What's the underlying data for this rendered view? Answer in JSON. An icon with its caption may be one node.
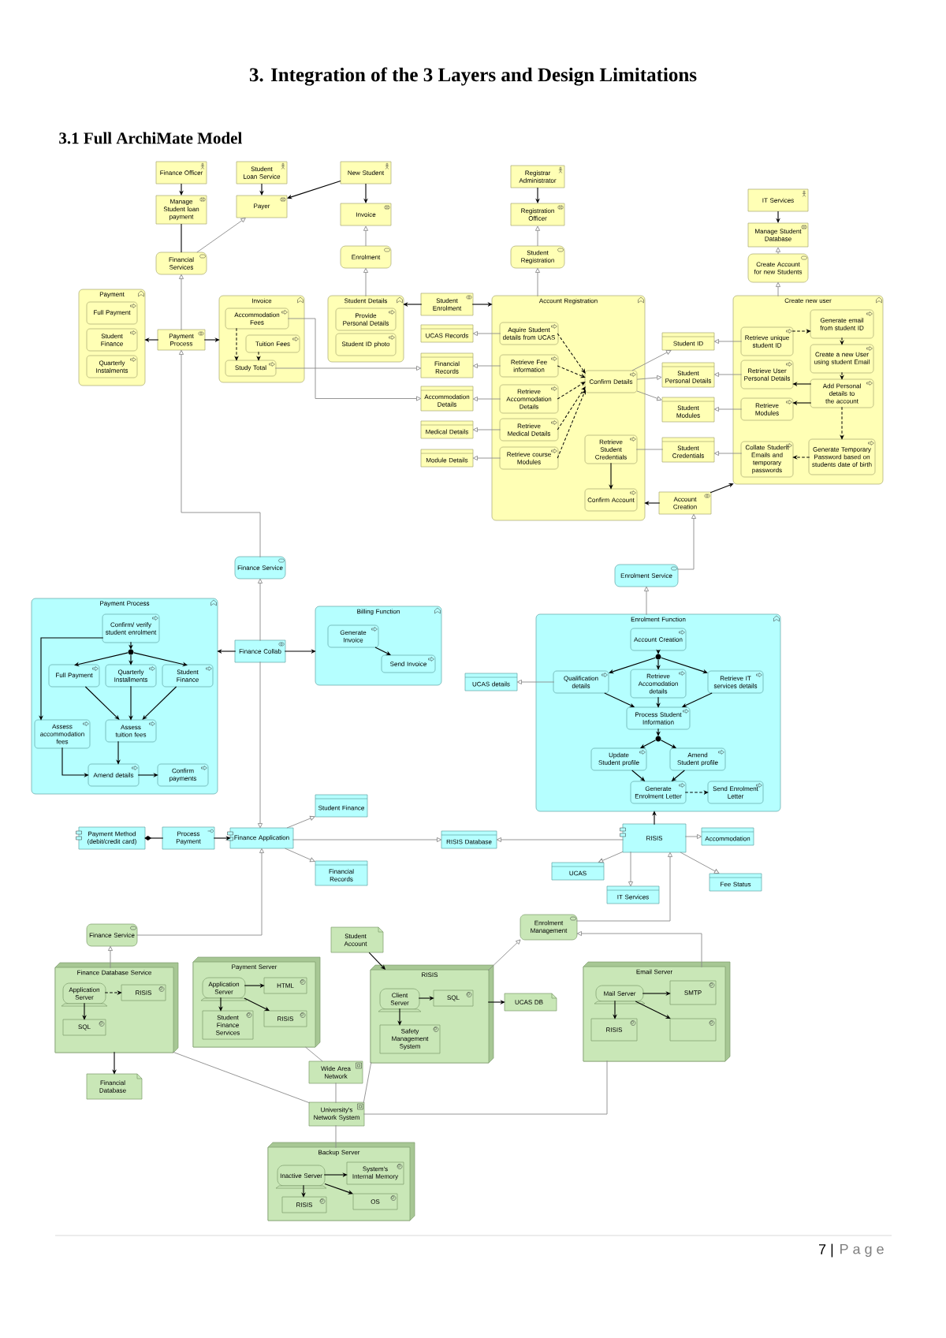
{
  "diagram": {
    "title": "3. Integration of the 3 Layers and Design Limitations",
    "nodes": [
      {
        "text": [
          "Finance Officer"
        ]
      },
      {
        "text": [
          "Student Loan Service"
        ]
      },
      {
        "text": [
          "New Student"
        ]
      },
      {
        "text": [
          "Registrar Administrator"
        ]
      },
      {
        "text": [
          "Manage Student loan payment"
        ]
      },
      {
        "text": [
          "Payer"
        ]
      },
      {
        "text": [
          "Invoice"
        ]
      },
      {
        "text": [
          "Registration Officer"
        ]
      },
      {
        "text": [
          "IT Services"
        ]
      },
      {
        "text": [
          "Manage Student Database"
        ]
      },
      {
        "text": [
          "Financial Services"
        ]
      },
      {
        "text": [
          "Enrolment"
        ]
      },
      {
        "text": [
          "Student Registration"
        ]
      },
      {
        "text": [
          "Create Account for new Students"
        ]
      },
      {
        "text": [
          "Payment"
        ]
      },
      {
        "text": [
          "Full Payment"
        ],
        "in": 14
      },
      {
        "text": [
          "Student Finance"
        ],
        "in": 14
      },
      {
        "text": [
          "Quarterly Instalments"
        ],
        "in": 14
      },
      {
        "text": [
          "Payment Process"
        ]
      },
      {
        "text": [
          "Invoice"
        ]
      },
      {
        "text": [
          "Accommodation Fees"
        ],
        "in": 19
      },
      {
        "text": [
          "Tuition Fees"
        ],
        "in": 19
      },
      {
        "text": [
          "Study Total"
        ],
        "in": 19
      },
      {
        "text": [
          "Student Details"
        ]
      },
      {
        "text": [
          "Provide Personal Details"
        ],
        "in": 23
      },
      {
        "text": [
          "Student ID photo"
        ],
        "in": 23
      },
      {
        "text": [
          "Student Enrolment"
        ]
      },
      {
        "text": [
          "UCAS Records"
        ]
      },
      {
        "text": [
          "Financial Records"
        ]
      },
      {
        "text": [
          "Accommodation Details"
        ]
      },
      {
        "text": [
          "Medical Details"
        ]
      },
      {
        "text": [
          "Module Details"
        ]
      },
      {
        "text": [
          "Account Registration"
        ]
      },
      {
        "text": [
          "Aquire Student details from UCAS"
        ],
        "in": 32
      },
      {
        "text": [
          "Retrieve Fee information"
        ],
        "in": 32
      },
      {
        "text": [
          "Retrieve Accommodation Details"
        ],
        "in": 32
      },
      {
        "text": [
          "Retrieve Medical Details"
        ],
        "in": 32
      },
      {
        "text": [
          "Retrieve course Modules"
        ],
        "in": 32
      },
      {
        "text": [
          "Confirm Details"
        ],
        "in": 32
      },
      {
        "text": [
          "Retrieve Student Credentials"
        ],
        "in": 32
      },
      {
        "text": [
          "Confirm Account"
        ],
        "in": 32
      },
      {
        "text": [
          "Student ID"
        ]
      },
      {
        "text": [
          "Student Personal Details"
        ]
      },
      {
        "text": [
          "Student Modules"
        ]
      },
      {
        "text": [
          "Student Credentials"
        ]
      },
      {
        "text": [
          "Account Creation"
        ]
      },
      {
        "text": [
          "Create new user"
        ]
      },
      {
        "text": [
          "Retrieve unique student ID"
        ],
        "in": 46
      },
      {
        "text": [
          "Generate email from student ID"
        ],
        "in": 46
      },
      {
        "text": [
          "Create a new User using student Email"
        ],
        "in": 46
      },
      {
        "text": [
          "Retrieve User Personal Details"
        ],
        "in": 46
      },
      {
        "text": [
          "Add Personal details to the account"
        ],
        "in": 46
      },
      {
        "text": [
          "Retrieve Modules"
        ],
        "in": 46
      },
      {
        "text": [
          "Collate Student Emails and temporary passwords"
        ],
        "in": 46
      },
      {
        "text": [
          "Generate Temporary Password based on students date of birth"
        ],
        "in": 46
      },
      {
        "text": [
          "Finance Service"
        ]
      },
      {
        "text": [
          "Enrolment Service"
        ]
      },
      {
        "text": [
          "Payment Process"
        ]
      },
      {
        "text": [
          "Confirm/ verify student enrolment"
        ],
        "in": 57
      },
      {
        "text": [],
        "shape": "circle",
        "in": 57
      },
      {
        "text": [
          "Full Payment"
        ],
        "in": 57
      },
      {
        "text": [
          "Quarterly Installments"
        ],
        "in": 57
      },
      {
        "text": [
          "Student Finance"
        ],
        "in": 57
      },
      {
        "text": [
          "Assess accommodation fees"
        ],
        "in": 57
      },
      {
        "text": [
          "Assess tuition fees"
        ],
        "in": 57
      },
      {
        "text": [
          "Amend details"
        ],
        "in": 57
      },
      {
        "text": [
          "Confirm payments"
        ],
        "in": 57
      },
      {
        "text": [
          "Finance Collab"
        ]
      },
      {
        "text": [
          "Billing Function"
        ]
      },
      {
        "text": [
          "Generate Invoice"
        ],
        "in": 68
      },
      {
        "text": [
          "Send Invoice"
        ],
        "in": 68
      },
      {
        "text": [
          "UCAS details"
        ]
      },
      {
        "text": [
          "Enrolment Function"
        ]
      },
      {
        "text": [
          "Account Creation"
        ],
        "in": 72
      },
      {
        "text": [],
        "shape": "circle",
        "in": 72
      },
      {
        "text": [
          "Qualification details"
        ],
        "in": 72
      },
      {
        "text": [
          "Retrieve Accomodation details"
        ],
        "in": 72
      },
      {
        "text": [
          "Retrieve IT services details"
        ],
        "in": 72
      },
      {
        "text": [
          "Process Student Information"
        ],
        "in": 72
      },
      {
        "text": [],
        "shape": "circle",
        "in": 72
      },
      {
        "text": [
          "Update Student profile"
        ],
        "in": 72
      },
      {
        "text": [
          "Amend Student profile"
        ],
        "in": 72
      },
      {
        "text": [
          "Generate Enrolment Letter"
        ],
        "in": 72
      },
      {
        "text": [
          "Send Enrolment Letter"
        ],
        "in": 72
      },
      {
        "text": [
          "Student Finance"
        ]
      },
      {
        "text": [
          "Payment Method (debit/credit card)"
        ]
      },
      {
        "text": [
          "Process Payment"
        ]
      },
      {
        "text": [
          "Finance Application"
        ]
      },
      {
        "text": [
          "RISIS Database"
        ]
      },
      {
        "text": [
          "RISIS"
        ]
      },
      {
        "text": [
          "Accommodation"
        ]
      },
      {
        "text": [
          "Financial Records"
        ]
      },
      {
        "text": [
          "UCAS"
        ]
      },
      {
        "text": [
          "Fee Status"
        ]
      },
      {
        "text": [
          "IT Services"
        ]
      },
      {
        "text": [
          "Finance Service"
        ]
      },
      {
        "text": [
          "Enrolment Management"
        ]
      },
      {
        "text": [
          "Student Account"
        ]
      },
      {
        "text": [
          "Finance Database Service"
        ]
      },
      {
        "text": [
          "Application Server"
        ],
        "in": 98
      },
      {
        "text": [
          "RISIS"
        ],
        "in": 98
      },
      {
        "text": [
          "SQL"
        ],
        "in": 98
      },
      {
        "text": [
          "Payment Server"
        ]
      },
      {
        "text": [
          "Application Server"
        ],
        "in": 102
      },
      {
        "text": [
          "HTML"
        ],
        "in": 102
      },
      {
        "text": [
          "Student Finance Services"
        ],
        "in": 102
      },
      {
        "text": [
          "RISIS"
        ],
        "in": 102
      },
      {
        "text": [
          "RISIS"
        ]
      },
      {
        "text": [
          "Client Server"
        ],
        "in": 107
      },
      {
        "text": [
          "SQL"
        ],
        "in": 107
      },
      {
        "text": [
          "Safety Management System"
        ],
        "in": 107
      },
      {
        "text": [
          "UCAS DB"
        ]
      },
      {
        "text": [
          "Email Server"
        ]
      },
      {
        "text": [
          "Mail Server"
        ],
        "in": 112
      },
      {
        "text": [
          "SMTP"
        ],
        "in": 112
      },
      {
        "text": [
          "RISIS"
        ],
        "in": 112
      },
      {
        "text": [],
        "shape": "box",
        "in": 112
      },
      {
        "text": [
          "Wide Area Network"
        ]
      },
      {
        "text": [
          "Financial Database"
        ]
      },
      {
        "text": [
          "University's Network System"
        ]
      },
      {
        "text": [
          "Backup Server"
        ]
      },
      {
        "text": [
          "Inactive Server"
        ],
        "in": 120
      },
      {
        "text": [
          "System's Internal Memory"
        ],
        "in": 120
      },
      {
        "text": [
          "RISIS"
        ],
        "in": 120
      },
      {
        "text": [
          "OS"
        ],
        "in": 120
      }
    ],
    "edges": [
      {
        "from": 0,
        "to": 4,
        "arrow": "to"
      },
      {
        "from": 1,
        "to": 5,
        "arrow": "to"
      },
      {
        "from": 2,
        "to": 5,
        "arrow": "to"
      },
      {
        "from": 2,
        "to": 6,
        "arrow": "to"
      },
      {
        "from": 3,
        "to": 7,
        "arrow": "to"
      },
      {
        "from": 8,
        "to": 9,
        "arrow": "to"
      },
      {
        "from": 10,
        "to": 4,
        "arrow": "none"
      },
      {
        "from": 10,
        "to": 5,
        "arrow": "to",
        "color": "#8a8a8a"
      },
      {
        "from": 11,
        "to": 6,
        "arrow": "to",
        "color": "#8a8a8a"
      },
      {
        "from": 12,
        "to": 7,
        "arrow": "to",
        "color": "#8a8a8a"
      },
      {
        "from": 13,
        "to": 9,
        "arrow": "to",
        "color": "#8a8a8a"
      },
      {
        "from": 18,
        "to": 10,
        "arrow": "to",
        "color": "#8a8a8a"
      },
      {
        "from": 23,
        "to": 11,
        "arrow": "to",
        "color": "#8a8a8a"
      },
      {
        "from": 32,
        "to": 12,
        "arrow": "to",
        "color": "#8a8a8a"
      },
      {
        "from": 46,
        "to": 13,
        "arrow": "to",
        "color": "#8a8a8a"
      },
      {
        "from": 18,
        "to": 14,
        "arrow": "to"
      },
      {
        "from": 18,
        "to": 19,
        "arrow": "to"
      },
      {
        "from": 20,
        "to": 22,
        "arrow": "to",
        "style": "dashed"
      },
      {
        "from": 21,
        "to": 22,
        "arrow": "to",
        "style": "dashed"
      },
      {
        "from": 20,
        "to": 29,
        "arrow": "to",
        "color": "#8a8a8a"
      },
      {
        "from": 22,
        "to": 28,
        "arrow": "to",
        "color": "#8a8a8a"
      },
      {
        "from": 26,
        "to": 23,
        "arrow": "to"
      },
      {
        "from": 26,
        "to": 32,
        "arrow": "to"
      },
      {
        "from": 33,
        "to": 27,
        "arrow": "to",
        "color": "#8a8a8a"
      },
      {
        "from": 34,
        "to": 28,
        "arrow": "to",
        "color": "#8a8a8a"
      },
      {
        "from": 35,
        "to": 29,
        "arrow": "to",
        "color": "#8a8a8a"
      },
      {
        "from": 36,
        "to": 30,
        "arrow": "to",
        "color": "#8a8a8a"
      },
      {
        "from": 37,
        "to": 31,
        "arrow": "to",
        "color": "#8a8a8a"
      },
      {
        "from": 33,
        "to": 38,
        "arrow": "to",
        "style": "dashed"
      },
      {
        "from": 34,
        "to": 38,
        "arrow": "to",
        "style": "dashed"
      },
      {
        "from": 35,
        "to": 38,
        "arrow": "to",
        "style": "dashed"
      },
      {
        "from": 36,
        "to": 38,
        "arrow": "to",
        "style": "dashed"
      },
      {
        "from": 37,
        "to": 38,
        "arrow": "to",
        "style": "dashed"
      },
      {
        "from": 38,
        "to": 41,
        "arrow": "to",
        "color": "#8a8a8a"
      },
      {
        "from": 38,
        "to": 42,
        "arrow": "to",
        "color": "#8a8a8a"
      },
      {
        "from": 38,
        "to": 43,
        "arrow": "to",
        "color": "#8a8a8a"
      },
      {
        "from": 39,
        "to": 44,
        "arrow": "none",
        "color": "#8a8a8a"
      },
      {
        "from": 39,
        "to": 40,
        "arrow": "to"
      },
      {
        "from": 45,
        "to": 32,
        "arrow": "to"
      },
      {
        "from": 45,
        "to": 46,
        "arrow": "to"
      },
      {
        "from": 47,
        "to": 41,
        "arrow": "to",
        "color": "#8a8a8a"
      },
      {
        "from": 50,
        "to": 42,
        "arrow": "to",
        "color": "#8a8a8a"
      },
      {
        "from": 52,
        "to": 43,
        "arrow": "to",
        "color": "#8a8a8a"
      },
      {
        "from": 53,
        "to": 44,
        "arrow": "to",
        "color": "#8a8a8a"
      },
      {
        "from": 47,
        "to": 48,
        "arrow": "to",
        "style": "dashed"
      },
      {
        "from": 48,
        "to": 49,
        "arrow": "to",
        "style": "dashed"
      },
      {
        "from": 49,
        "to": 51,
        "arrow": "to",
        "style": "dashed"
      },
      {
        "from": 51,
        "to": 50,
        "arrow": "to"
      },
      {
        "from": 51,
        "to": 52,
        "arrow": "to"
      },
      {
        "from": 51,
        "to": 54,
        "arrow": "to",
        "style": "dashed"
      },
      {
        "from": 54,
        "to": 53,
        "arrow": "to",
        "style": "dashed"
      },
      {
        "from": 55,
        "to": 18,
        "arrow": "to",
        "color": "#8a8a8a"
      },
      {
        "from": 56,
        "to": 45,
        "arrow": "to",
        "color": "#8a8a8a"
      },
      {
        "from": 67,
        "to": 55,
        "arrow": "to",
        "color": "#8a8a8a"
      },
      {
        "from": 67,
        "to": 57,
        "arrow": "to"
      },
      {
        "from": 67,
        "to": 68,
        "arrow": "to"
      },
      {
        "from": 67,
        "to": 87,
        "arrow": "to",
        "color": "#8a8a8a"
      },
      {
        "from": 58,
        "to": 59,
        "arrow": "to"
      },
      {
        "from": 59,
        "to": 60,
        "arrow": "to"
      },
      {
        "from": 59,
        "to": 61,
        "arrow": "to"
      },
      {
        "from": 59,
        "to": 62,
        "arrow": "to"
      },
      {
        "from": 58,
        "to": 63,
        "arrow": "to"
      },
      {
        "from": 60,
        "to": 64,
        "arrow": "to"
      },
      {
        "from": 61,
        "to": 64,
        "arrow": "to"
      },
      {
        "from": 62,
        "to": 64,
        "arrow": "to"
      },
      {
        "from": 63,
        "to": 65,
        "arrow": "to"
      },
      {
        "from": 64,
        "to": 65,
        "arrow": "to"
      },
      {
        "from": 65,
        "to": 66,
        "arrow": "to"
      },
      {
        "from": 69,
        "to": 70,
        "arrow": "to"
      },
      {
        "from": 72,
        "to": 56,
        "arrow": "to",
        "color": "#8a8a8a"
      },
      {
        "from": 75,
        "to": 71,
        "arrow": "to",
        "color": "#8a8a8a"
      },
      {
        "from": 73,
        "to": 74,
        "arrow": "to"
      },
      {
        "from": 74,
        "to": 75,
        "arrow": "to"
      },
      {
        "from": 74,
        "to": 76,
        "arrow": "to"
      },
      {
        "from": 74,
        "to": 77,
        "arrow": "to"
      },
      {
        "from": 75,
        "to": 78,
        "arrow": "to"
      },
      {
        "from": 76,
        "to": 78,
        "arrow": "to"
      },
      {
        "from": 77,
        "to": 78,
        "arrow": "to"
      },
      {
        "from": 78,
        "to": 79,
        "arrow": "to"
      },
      {
        "from": 79,
        "to": 80,
        "arrow": "to"
      },
      {
        "from": 79,
        "to": 81,
        "arrow": "to"
      },
      {
        "from": 80,
        "to": 82,
        "arrow": "to"
      },
      {
        "from": 81,
        "to": 82,
        "arrow": "to"
      },
      {
        "from": 82,
        "to": 83,
        "arrow": "to",
        "style": "dashed"
      },
      {
        "from": 89,
        "to": 72,
        "arrow": "to"
      },
      {
        "from": 85,
        "to": 86,
        "arrow": "other"
      },
      {
        "from": 86,
        "to": 87,
        "arrow": "to"
      },
      {
        "from": 87,
        "to": 84,
        "arrow": "to",
        "color": "#8a8a8a"
      },
      {
        "from": 87,
        "to": 91,
        "arrow": "to",
        "color": "#8a8a8a"
      },
      {
        "from": 87,
        "to": 88,
        "arrow": "to",
        "color": "#8a8a8a"
      },
      {
        "from": 89,
        "to": 88,
        "arrow": "to",
        "color": "#8a8a8a"
      },
      {
        "from": 89,
        "to": 90,
        "arrow": "to",
        "color": "#8a8a8a"
      },
      {
        "from": 89,
        "to": 92,
        "arrow": "to",
        "color": "#8a8a8a"
      },
      {
        "from": 89,
        "to": 94,
        "arrow": "to",
        "color": "#8a8a8a"
      },
      {
        "from": 89,
        "to": 93,
        "arrow": "to",
        "color": "#8a8a8a"
      },
      {
        "from": 95,
        "to": 87,
        "arrow": "to",
        "color": "#8a8a8a"
      },
      {
        "from": 96,
        "to": 89,
        "arrow": "to",
        "color": "#8a8a8a"
      },
      {
        "from": 98,
        "to": 95,
        "arrow": "to",
        "color": "#8a8a8a"
      },
      {
        "from": 98,
        "to": 118,
        "arrow": "to"
      },
      {
        "from": 99,
        "to": 100,
        "arrow": "to",
        "style": "dashed"
      },
      {
        "from": 99,
        "to": 101,
        "arrow": "to"
      },
      {
        "from": 103,
        "to": 104,
        "arrow": "to"
      },
      {
        "from": 103,
        "to": 105,
        "arrow": "to"
      },
      {
        "from": 103,
        "to": 106,
        "arrow": "to"
      },
      {
        "from": 97,
        "to": 107,
        "arrow": "to"
      },
      {
        "from": 107,
        "to": 96,
        "arrow": "to",
        "color": "#8a8a8a"
      },
      {
        "from": 107,
        "to": 111,
        "arrow": "to"
      },
      {
        "from": 108,
        "to": 109,
        "arrow": "to"
      },
      {
        "from": 108,
        "to": 110,
        "arrow": "to"
      },
      {
        "from": 112,
        "to": 96,
        "arrow": "to",
        "color": "#8a8a8a"
      },
      {
        "from": 113,
        "to": 114,
        "arrow": "to"
      },
      {
        "from": 113,
        "to": 115,
        "arrow": "to"
      },
      {
        "from": 113,
        "to": 116,
        "arrow": "to"
      },
      {
        "from": 102,
        "to": 117,
        "arrow": "none",
        "color": "#8a8a8a"
      },
      {
        "from": 117,
        "to": 119,
        "arrow": "none",
        "color": "#8a8a8a"
      },
      {
        "from": 98,
        "to": 119,
        "arrow": "none",
        "color": "#8a8a8a"
      },
      {
        "from": 107,
        "to": 119,
        "arrow": "none",
        "color": "#8a8a8a"
      },
      {
        "from": 112,
        "to": 119,
        "arrow": "none",
        "color": "#8a8a8a"
      },
      {
        "from": 119,
        "to": 120,
        "arrow": "none",
        "color": "#8a8a8a"
      },
      {
        "from": 121,
        "to": 122,
        "arrow": "to"
      },
      {
        "from": 121,
        "to": 123,
        "arrow": "to"
      },
      {
        "from": 121,
        "to": 124,
        "arrow": "to"
      }
    ],
    "labels": [
      "3.1 Full ArchiMate Model",
      "7 |",
      "P a g e"
    ]
  }
}
